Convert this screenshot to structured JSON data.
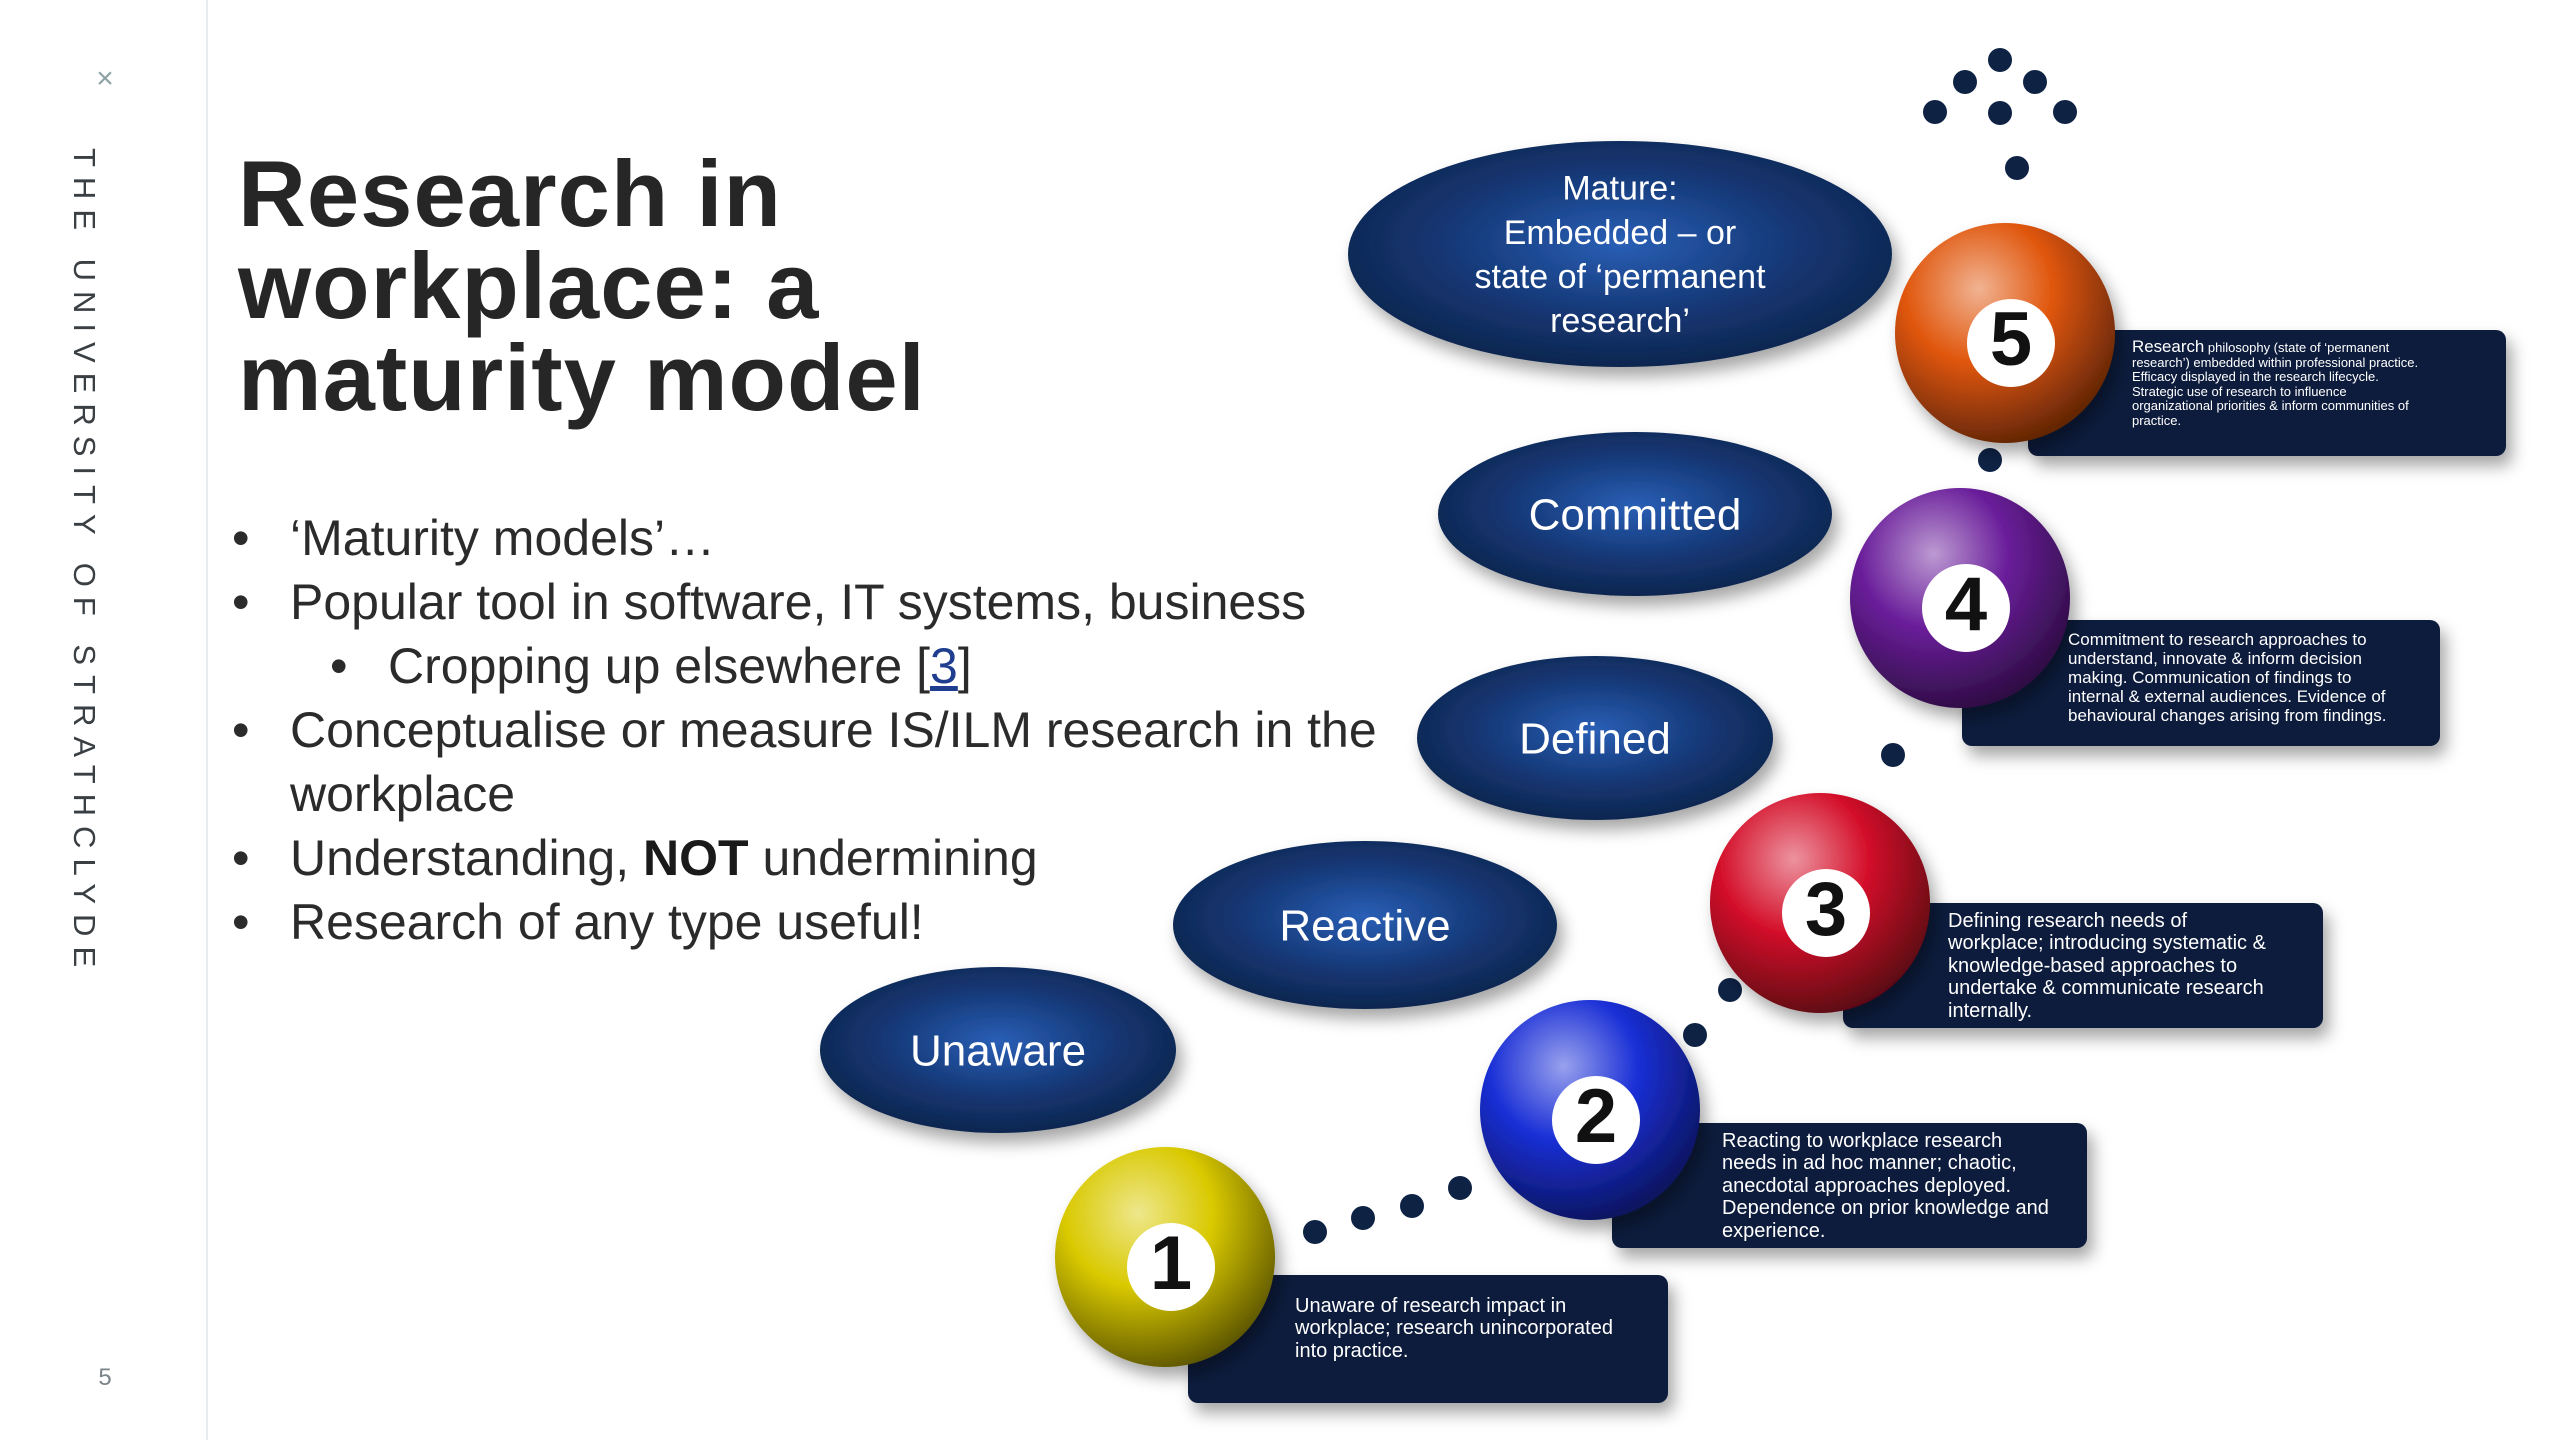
{
  "sidebar": {
    "close_glyph": "×",
    "brand": "THE UNIVERSITY OF STRATHCLYDE",
    "page_number": "5"
  },
  "slide": {
    "title": "Research in workplace: a maturity model",
    "bullets": [
      {
        "text": "‘Maturity models’…"
      },
      {
        "text": "Popular tool in software, IT systems, business"
      },
      {
        "text": "Cropping up elsewhere [",
        "link": "3",
        "after": "]",
        "level": 2
      },
      {
        "text": "Conceptualise or measure IS/ILM research in the workplace"
      },
      {
        "bold": "NOT",
        "text": "Understanding, ",
        "after": " undermining"
      },
      {
        "text": "Research of any type useful!"
      }
    ]
  },
  "diagram": {
    "levels": [
      {
        "number": "1",
        "stage": [
          "Unaware"
        ],
        "ball_color": "#d9c900",
        "description": "Unaware of research impact in\nworkplace; research unincorporated\ninto practice."
      },
      {
        "number": "2",
        "stage": [
          "Reactive"
        ],
        "ball_color": "#1a2fd6",
        "description": "Reacting to workplace research\nneeds in ad hoc manner; chaotic,\nanecdotal approaches deployed.\nDependence on prior knowledge and\nexperience."
      },
      {
        "number": "3",
        "stage": [
          "Defined"
        ],
        "ball_color": "#d4102a",
        "description": "Defining research needs of\nworkplace; introducing systematic &\nknowledge-based approaches to\nundertake & communicate research\ninternally."
      },
      {
        "number": "4",
        "stage": [
          "Committed"
        ],
        "ball_color": "#6a1e9a",
        "description": "Commitment to research approaches to\nunderstand, innovate & inform decision\nmaking. Communication of findings to\ninternal & external audiences. Evidence of\nbehavioural changes arising from findings."
      },
      {
        "number": "5",
        "stage": [
          "Mature:",
          "Embedded – or",
          "state of ‘permanent",
          "research’"
        ],
        "ball_color": "#e0560c",
        "description_lead": "Research",
        "description": " philosophy (state of ‘permanent\nresearch’) embedded within professional practice.\nEfficacy displayed in the research lifecycle.\nStrategic use of research to influence\norganizational priorities & inform communities of\npractice."
      }
    ],
    "colors": {
      "navy": "#0f2347",
      "box": "#0c1d3d",
      "dots": "#0e2244"
    }
  }
}
